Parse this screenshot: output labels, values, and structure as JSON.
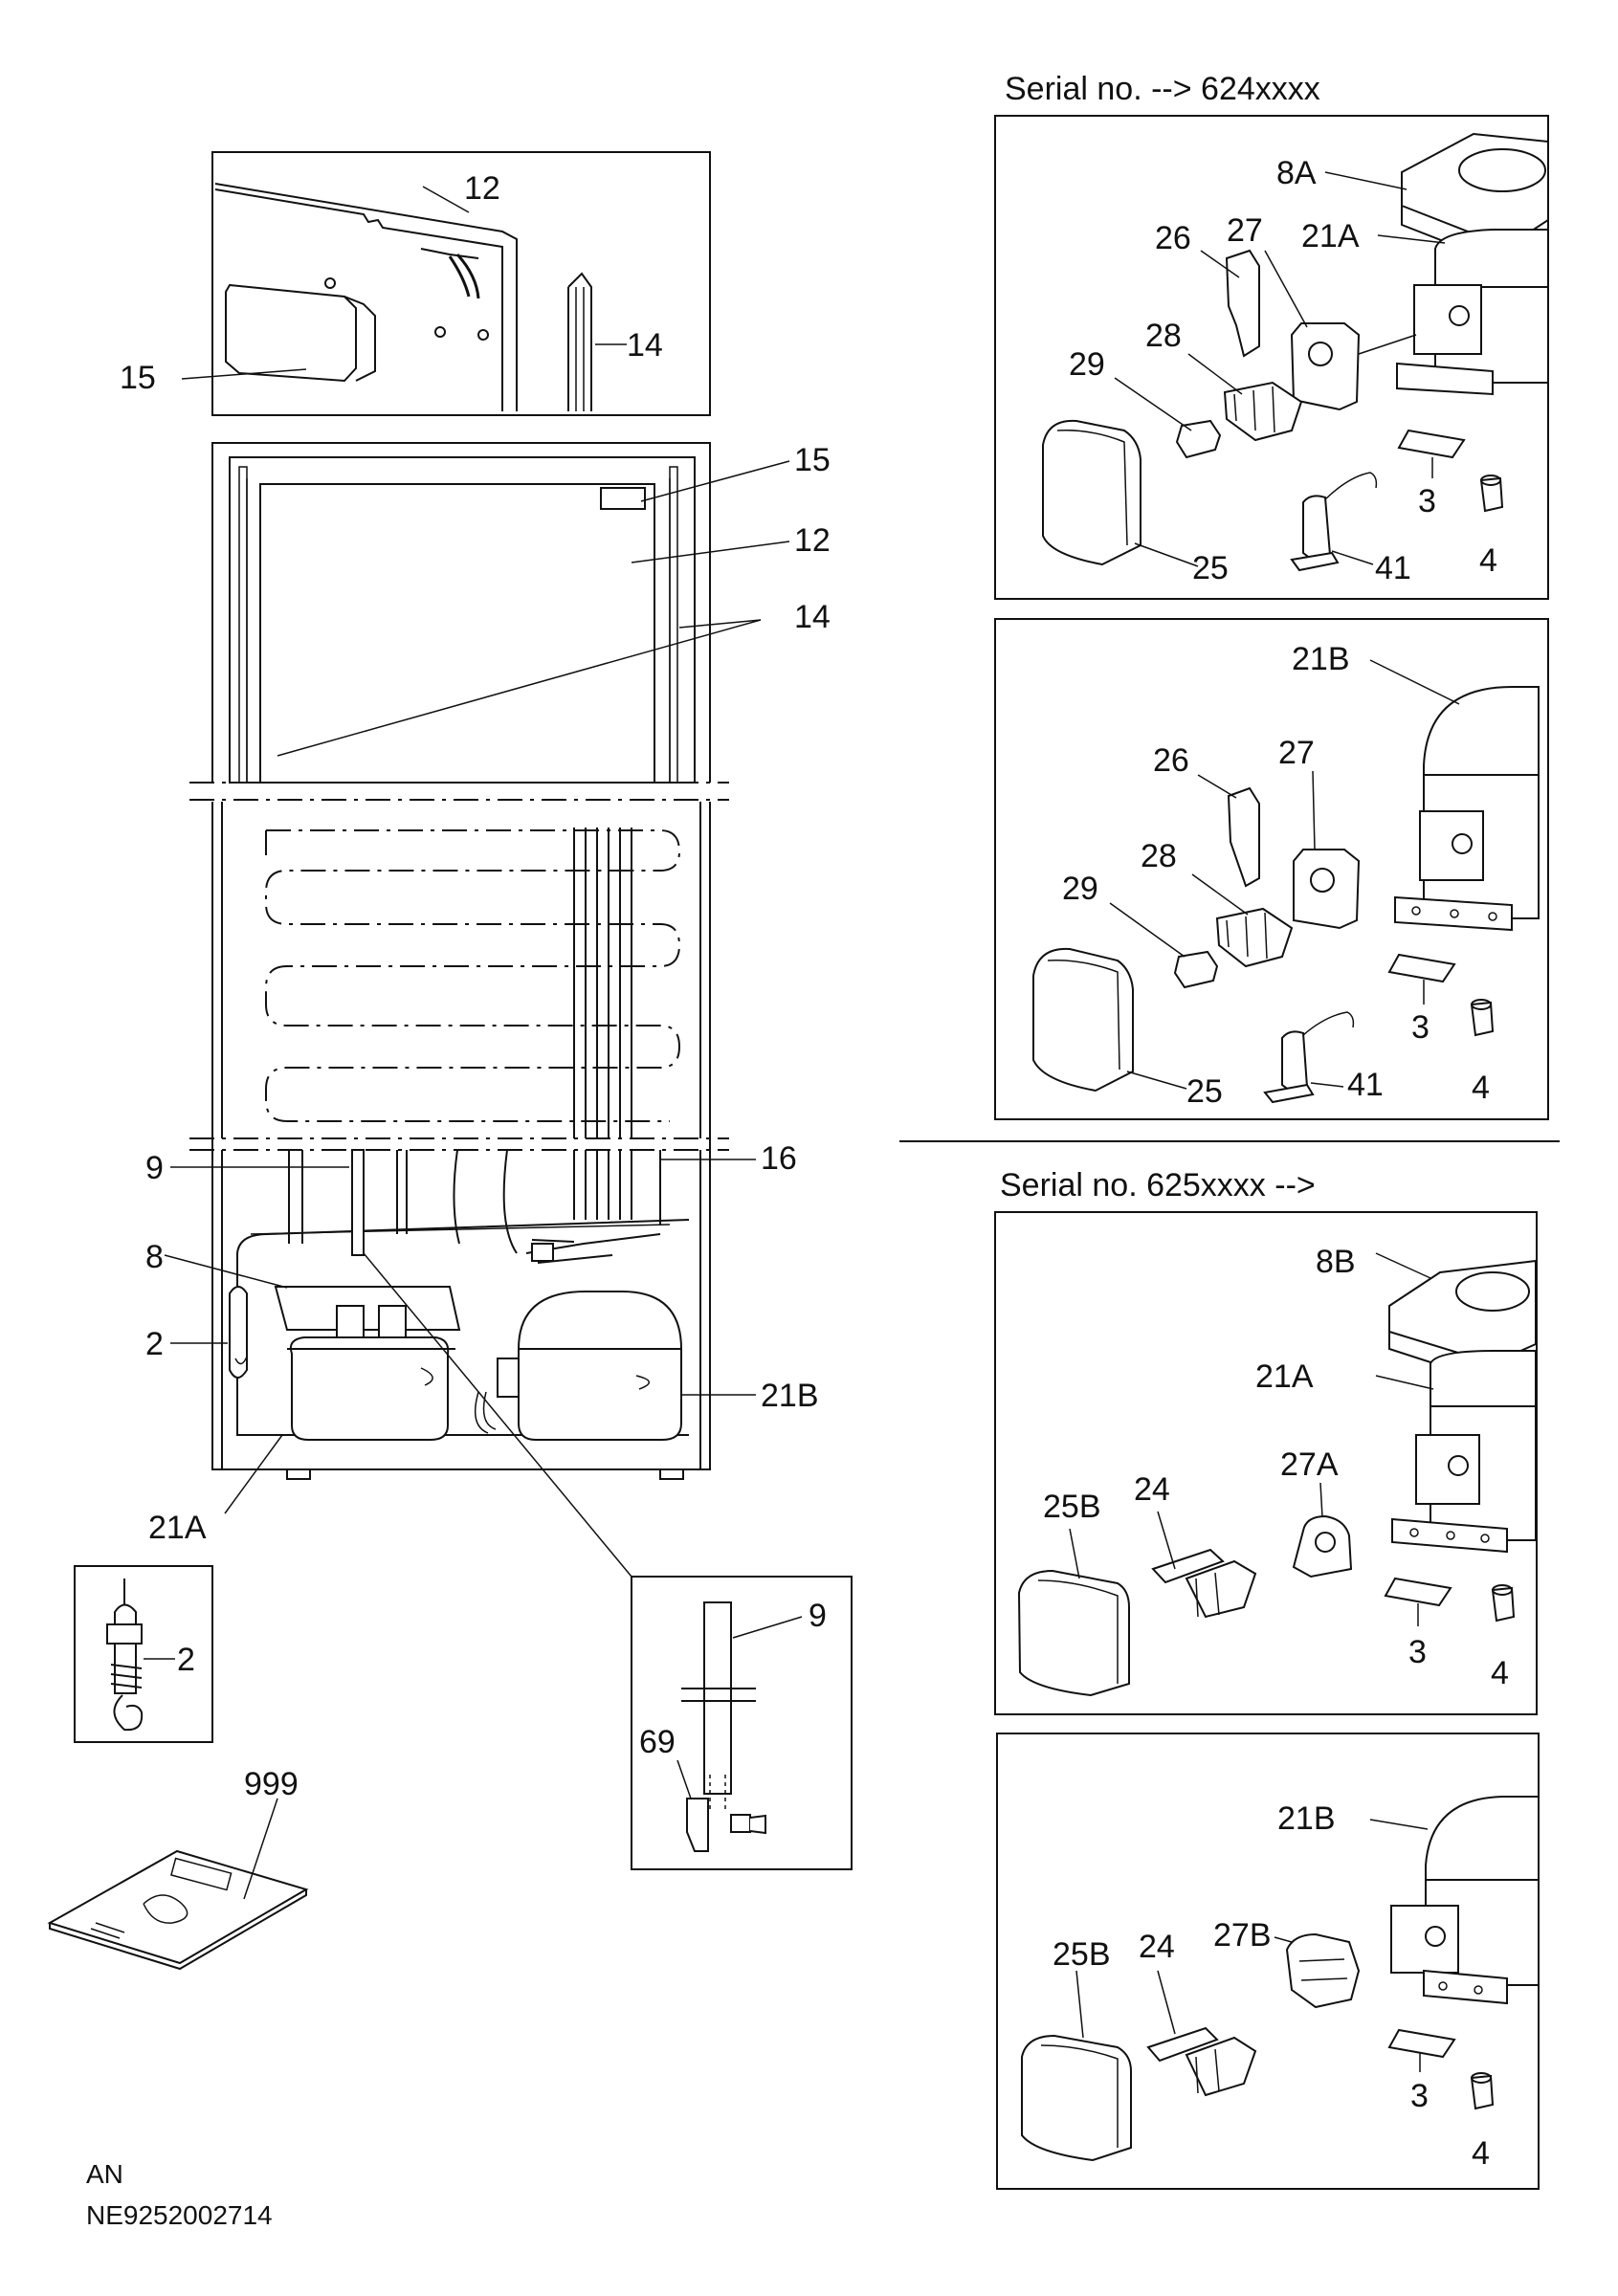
{
  "headers": {
    "serial_top": "Serial no. --> 624xxxx",
    "serial_bottom": "Serial no. 625xxxx -->"
  },
  "footer": {
    "code_line1": "AN",
    "code_line2": "NE9252002714"
  },
  "callouts": {
    "door_top_12": "12",
    "door_top_14": "14",
    "door_top_15": "15",
    "door_15": "15",
    "door_12": "12",
    "door_14": "14",
    "cab_9": "9",
    "cab_16": "16",
    "cab_8": "8",
    "cab_2": "2",
    "cab_21b": "21B",
    "cab_21a": "21A",
    "sensor_2": "2",
    "pipe_9": "9",
    "pipe_69": "69",
    "manual_999": "999",
    "p1_8a": "8A",
    "p1_26": "26",
    "p1_27": "27",
    "p1_21a": "21A",
    "p1_28": "28",
    "p1_29": "29",
    "p1_3": "3",
    "p1_25": "25",
    "p1_41": "41",
    "p1_4": "4",
    "p2_21b": "21B",
    "p2_26": "26",
    "p2_27": "27",
    "p2_28": "28",
    "p2_29": "29",
    "p2_3": "3",
    "p2_25": "25",
    "p2_41": "41",
    "p2_4": "4",
    "p3_8b": "8B",
    "p3_21a": "21A",
    "p3_27a": "27A",
    "p3_25b": "25B",
    "p3_24": "24",
    "p3_3": "3",
    "p3_4": "4",
    "p4_21b": "21B",
    "p4_25b": "25B",
    "p4_24": "24",
    "p4_27b": "27B",
    "p4_3": "3",
    "p4_4": "4"
  }
}
